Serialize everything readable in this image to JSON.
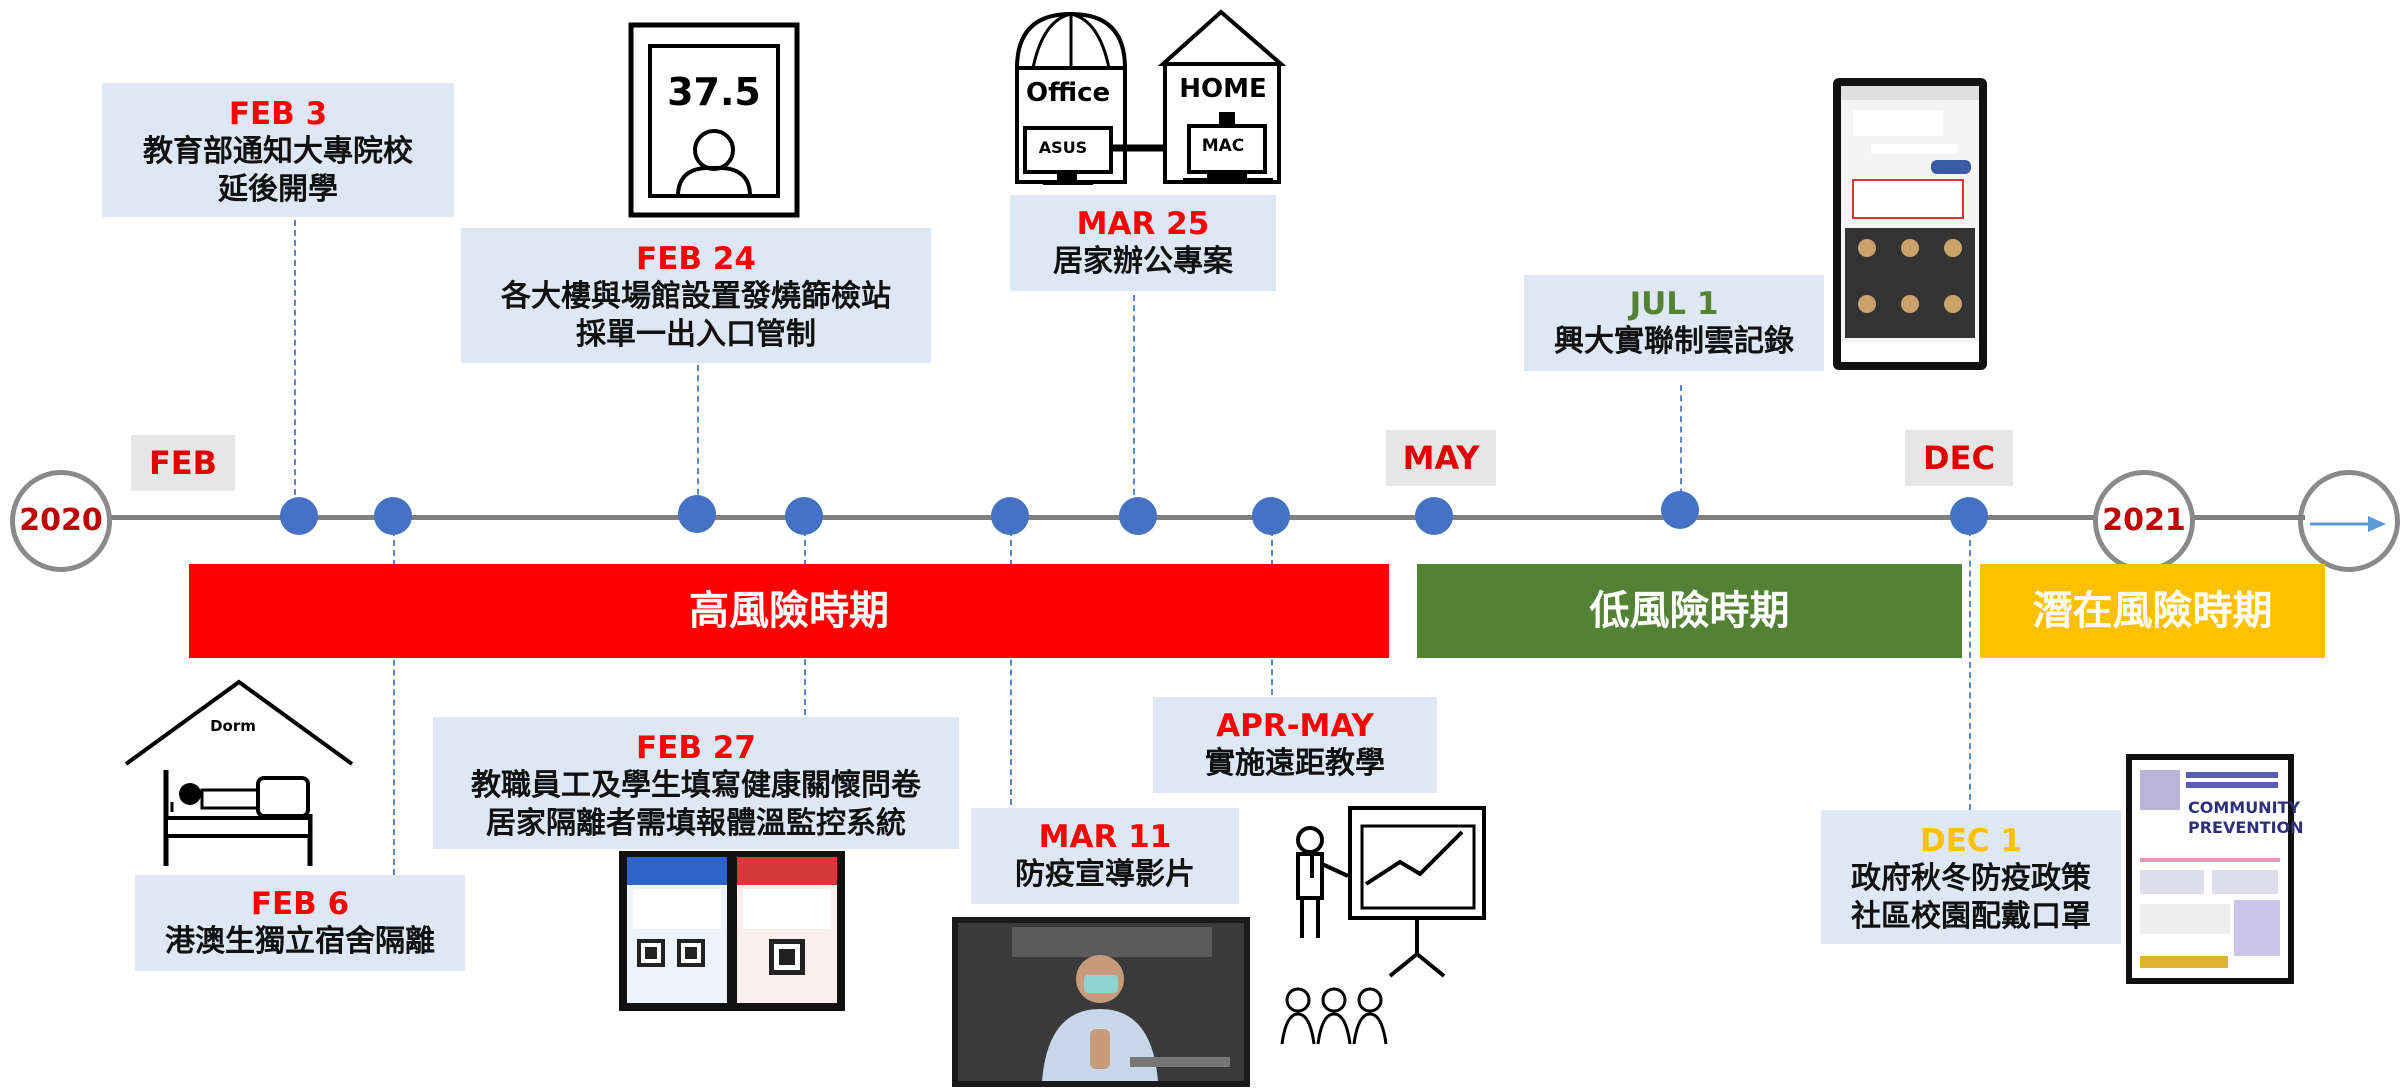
{
  "colors": {
    "red": "#ff0000",
    "green": "#548235",
    "gold": "#ffc000",
    "event_box": "#dde8f4",
    "dot": "#4472c4",
    "axis": "#7f7f7f"
  },
  "year_start": "2020",
  "year_end": "2021",
  "month_labels": {
    "feb": "FEB",
    "may": "MAY",
    "dec": "DEC"
  },
  "bands": {
    "high": "高風險時期",
    "low": "低風險時期",
    "latent": "潛在風險時期"
  },
  "events": {
    "feb3": {
      "date": "FEB 3",
      "line1": "教育部通知大專院校",
      "line2": "延後開學"
    },
    "feb24": {
      "date": "FEB 24",
      "line1": "各大樓與場館設置發燒篩檢站",
      "line2": "採單一出入口管制"
    },
    "mar25": {
      "date": "MAR 25",
      "line1": "居家辦公專案"
    },
    "jul1": {
      "date": "JUL 1",
      "line1": "興大實聯制雲記錄"
    },
    "feb6": {
      "date": "FEB 6",
      "line1": "港澳生獨立宿舍隔離"
    },
    "feb27": {
      "date": "FEB 27",
      "line1": "教職員工及學生填寫健康關懷問卷",
      "line2": "居家隔離者需填報體溫監控系統"
    },
    "mar11": {
      "date": "MAR 11",
      "line1": "防疫宣導影片"
    },
    "aprmay": {
      "date": "APR-MAY",
      "line1": "實施遠距教學"
    },
    "dec1": {
      "date": "DEC 1",
      "line1": "政府秋冬防疫政策",
      "line2": "社區校園配戴口罩"
    }
  },
  "illustrations": {
    "thermometer_value": "37.5",
    "office_label": "Office",
    "home_label": "HOME",
    "asus_label": "ASUS",
    "mac_label": "MAC",
    "dorm_label": "Dorm"
  },
  "poster": {
    "title_line1": "COMMUNITY",
    "title_line2": "PREVENTION"
  },
  "icons": {
    "thermometer": "person-temperature-icon",
    "remote_work": "office-home-computers-icon",
    "dorm": "dorm-bed-icon",
    "teaching": "remote-teaching-icon"
  }
}
